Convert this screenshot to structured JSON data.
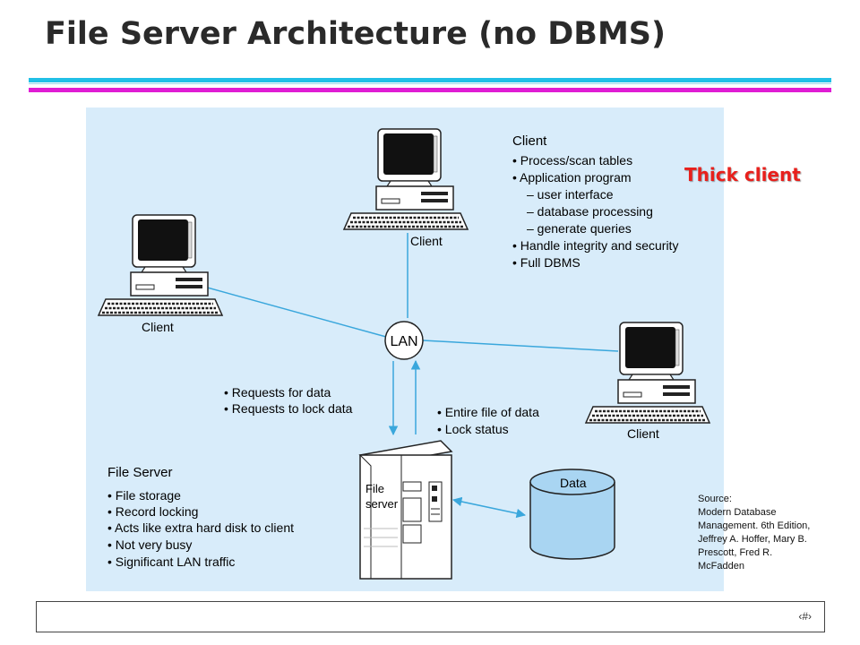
{
  "slide": {
    "title": "File Server Architecture (no DBMS)",
    "thick_client_label": "Thick client",
    "source": [
      "Source:",
      "Modern Database",
      "Management. 6th Edition,",
      "Jeffrey A. Hoffer, Mary B.",
      "Prescott, Fred R.",
      "McFadden"
    ],
    "page_number": "‹#›"
  },
  "diagram": {
    "client_heading": "Client",
    "client_bullets": [
      "• Process/scan tables",
      "• Application program",
      "  – user interface",
      "  – database processing",
      "  – generate queries",
      "• Handle integrity and security",
      "• Full DBMS"
    ],
    "client_labels": [
      "Client",
      "Client",
      "Client"
    ],
    "lan_label": "LAN",
    "request_bullets": [
      "• Requests for data",
      "• Requests to lock data"
    ],
    "response_bullets": [
      "• Entire file of data",
      "• Lock status"
    ],
    "file_server_heading": "File Server",
    "file_server_bullets": [
      "• File storage",
      "• Record locking",
      "• Acts like extra hard disk to client",
      "• Not very busy",
      "• Significant LAN traffic"
    ],
    "server_label_line1": "File",
    "server_label_line2": "server",
    "data_label": "Data"
  },
  "colors": {
    "title": "#2a2a2a",
    "rule_cyan": "#21c0e6",
    "rule_magenta": "#e01cd4",
    "diagram_bg": "#d8ecfa",
    "link": "#3aa7dc",
    "thick_client": "#e8201c"
  }
}
